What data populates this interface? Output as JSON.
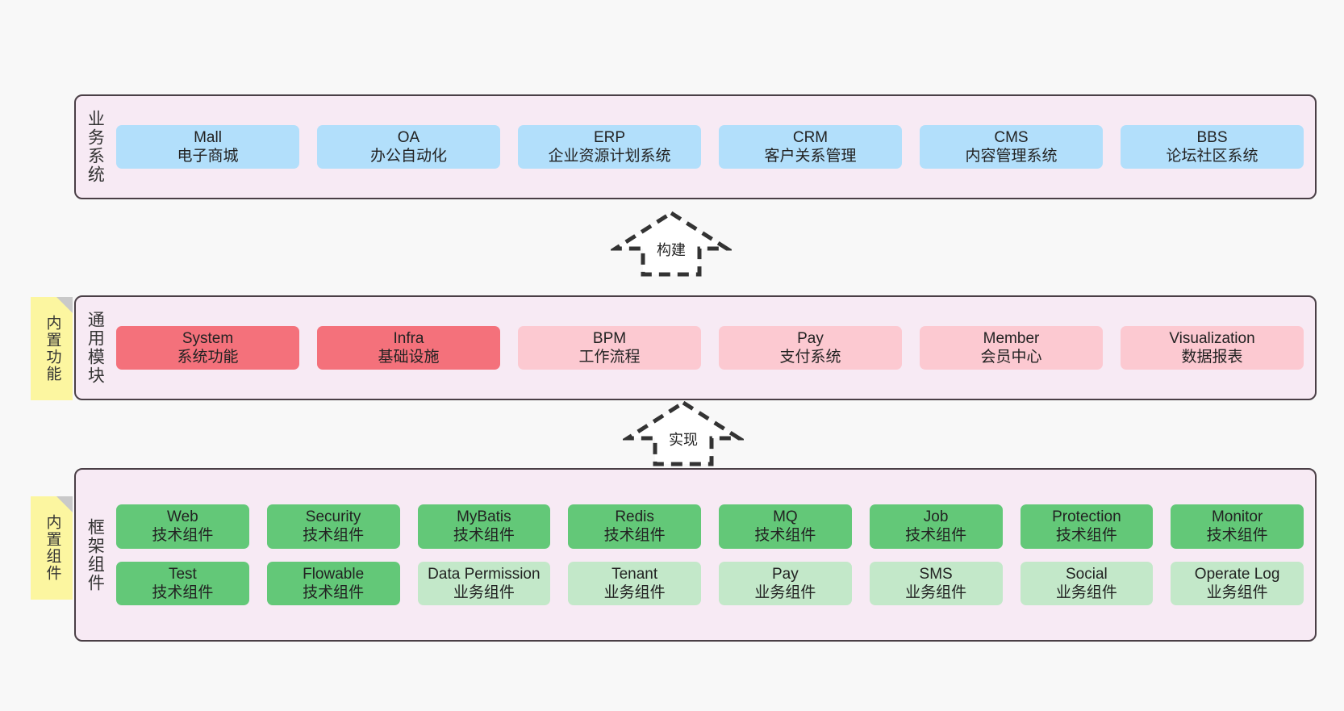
{
  "layers": [
    {
      "title": "业务系统",
      "name": "business-system-layer",
      "rows": [
        {
          "cells": [
            {
              "t1": "Mall",
              "t2": "电子商城",
              "color": "c-blue"
            },
            {
              "t1": "OA",
              "t2": "办公自动化",
              "color": "c-blue"
            },
            {
              "t1": "ERP",
              "t2": "企业资源计划系统",
              "color": "c-blue"
            },
            {
              "t1": "CRM",
              "t2": "客户关系管理",
              "color": "c-blue"
            },
            {
              "t1": "CMS",
              "t2": "内容管理系统",
              "color": "c-blue"
            },
            {
              "t1": "BBS",
              "t2": "论坛社区系统",
              "color": "c-blue"
            }
          ]
        }
      ]
    },
    {
      "title": "通用模块",
      "name": "common-module-layer",
      "note": "内置功能",
      "rows": [
        {
          "cells": [
            {
              "t1": "System",
              "t2": "系统功能",
              "color": "c-red"
            },
            {
              "t1": "Infra",
              "t2": "基础设施",
              "color": "c-red"
            },
            {
              "t1": "BPM",
              "t2": "工作流程",
              "color": "c-pink"
            },
            {
              "t1": "Pay",
              "t2": "支付系统",
              "color": "c-pink"
            },
            {
              "t1": "Member",
              "t2": "会员中心",
              "color": "c-pink"
            },
            {
              "t1": "Visualization",
              "t2": "数据报表",
              "color": "c-pink"
            }
          ]
        }
      ]
    },
    {
      "title": "框架组件",
      "name": "framework-component-layer",
      "note": "内置组件",
      "rows": [
        {
          "cells": [
            {
              "t1": "Web",
              "t2": "技术组件",
              "color": "c-green"
            },
            {
              "t1": "Security",
              "t2": "技术组件",
              "color": "c-green"
            },
            {
              "t1": "MyBatis",
              "t2": "技术组件",
              "color": "c-green"
            },
            {
              "t1": "Redis",
              "t2": "技术组件",
              "color": "c-green"
            },
            {
              "t1": "MQ",
              "t2": "技术组件",
              "color": "c-green"
            },
            {
              "t1": "Job",
              "t2": "技术组件",
              "color": "c-green"
            },
            {
              "t1": "Protection",
              "t2": "技术组件",
              "color": "c-green"
            },
            {
              "t1": "Monitor",
              "t2": "技术组件",
              "color": "c-green"
            }
          ]
        },
        {
          "cells": [
            {
              "t1": "Test",
              "t2": "技术组件",
              "color": "c-green"
            },
            {
              "t1": "Flowable",
              "t2": "技术组件",
              "color": "c-green"
            },
            {
              "t1": "Data Permission",
              "t2": "业务组件",
              "color": "c-lightgreen"
            },
            {
              "t1": "Tenant",
              "t2": "业务组件",
              "color": "c-lightgreen"
            },
            {
              "t1": "Pay",
              "t2": "业务组件",
              "color": "c-lightgreen"
            },
            {
              "t1": "SMS",
              "t2": "业务组件",
              "color": "c-lightgreen"
            },
            {
              "t1": "Social",
              "t2": "业务组件",
              "color": "c-lightgreen"
            },
            {
              "t1": "Operate Log",
              "t2": "业务组件",
              "color": "c-lightgreen"
            }
          ]
        }
      ]
    }
  ],
  "arrows": [
    {
      "label": "构建",
      "name": "build-arrow"
    },
    {
      "label": "实现",
      "name": "implement-arrow"
    }
  ],
  "colors": {
    "container_bg": "#f7eaf4",
    "container_border": "#4a3f46",
    "blue": "#b2dffb",
    "red": "#f4717b",
    "pink": "#fcc9d1",
    "green": "#63c878",
    "light_green": "#c3e8c9",
    "note_yellow": "#fcf6a0",
    "page_bg": "#f8f8f8"
  }
}
